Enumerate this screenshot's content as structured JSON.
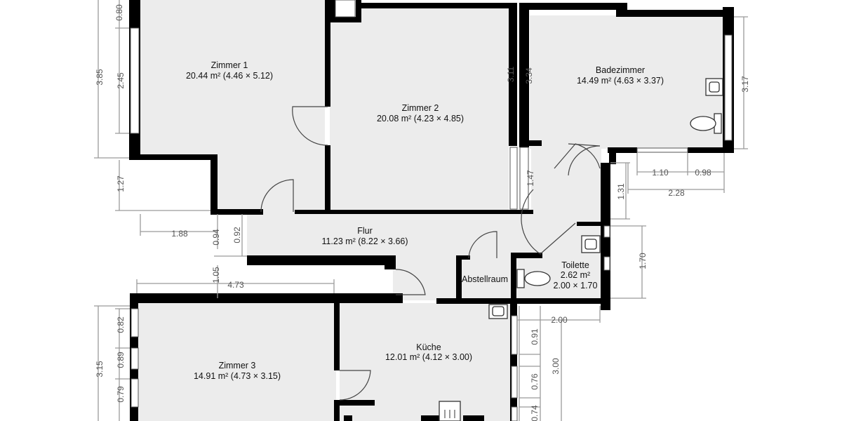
{
  "rooms": [
    {
      "id": "zimmer1",
      "name": "Zimmer 1",
      "area": "20.44 m² (4.46 × 5.12)"
    },
    {
      "id": "zimmer2",
      "name": "Zimmer 2",
      "area": "20.08 m² (4.23 × 4.85)"
    },
    {
      "id": "badezimmer",
      "name": "Badezimmer",
      "area": "14.49 m² (4.63 × 3.37)"
    },
    {
      "id": "flur",
      "name": "Flur",
      "area": "11.23 m² (8.22 × 3.66)"
    },
    {
      "id": "abstellraum",
      "name": "Abstellraum",
      "area": ""
    },
    {
      "id": "toilette",
      "name": "Toilette",
      "area": "2.62 m²",
      "dims": "2.00 × 1.70"
    },
    {
      "id": "kueche",
      "name": "Küche",
      "area": "12.01 m² (4.12 × 3.00)"
    },
    {
      "id": "zimmer3",
      "name": "Zimmer 3",
      "area": "14.91 m² (4.73 × 3.15)"
    }
  ],
  "dimensions": {
    "d080": "0.80",
    "d385": "3.85",
    "d245": "2.45",
    "d127": "1.27",
    "d188": "1.88",
    "d094": "0.94",
    "d092": "0.92",
    "d105": "1.05",
    "d473": "4.73",
    "d311": "3.11",
    "d334": "3.34",
    "d147": "1.47",
    "d317": "3.17",
    "d110": "1.10",
    "d098": "0.98",
    "d228": "2.28",
    "d131": "1.31",
    "d170": "1.70",
    "d200": "2.00",
    "d091": "0.91",
    "d300": "3.00",
    "d076": "0.76",
    "d074": "0.74",
    "d315": "3.15",
    "d082": "0.82",
    "d089": "0.89",
    "d079": "0.79"
  }
}
